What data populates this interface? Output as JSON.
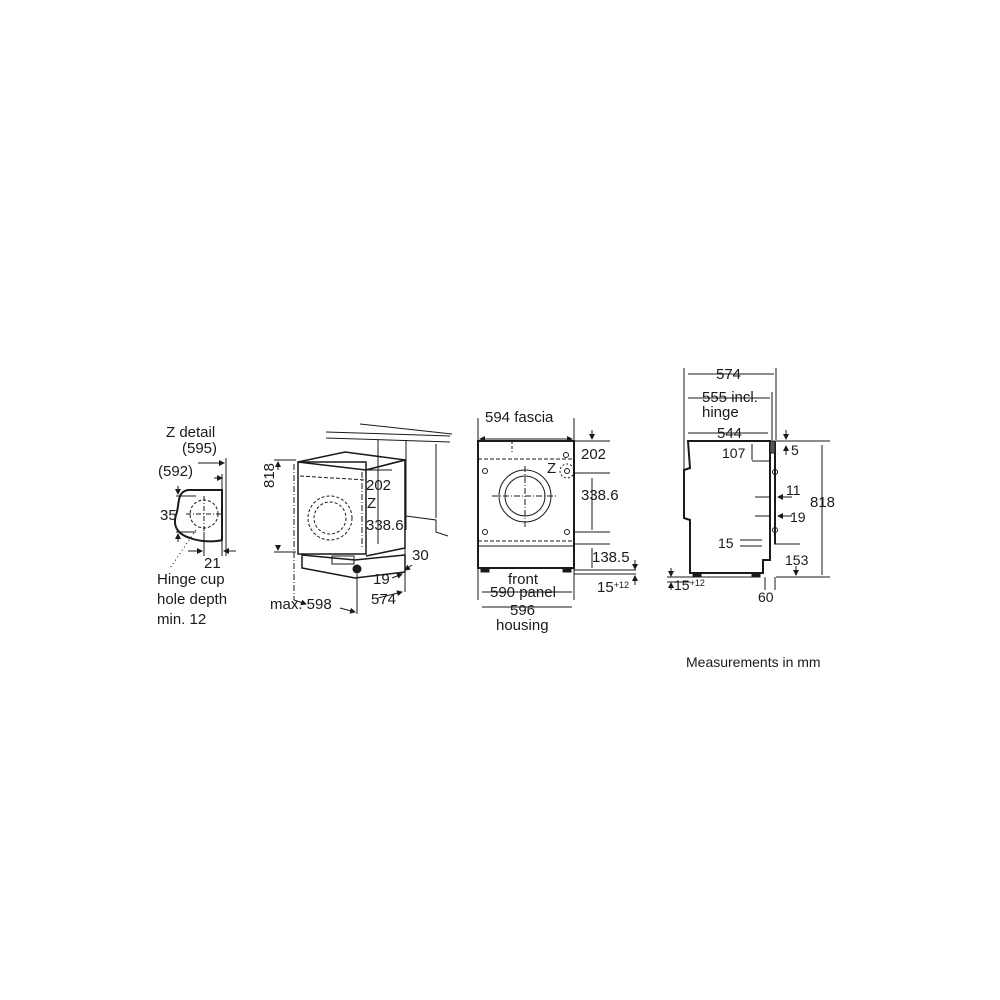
{
  "diagram": {
    "note": "Measurements in mm",
    "z_detail": {
      "title": "Z detail",
      "dim_595": "(595)",
      "dim_592": "(592)",
      "dim_35": "35",
      "dim_21": "21",
      "hinge_line1": "Hinge cup",
      "hinge_line2": "hole depth",
      "hinge_line3": "min. 12"
    },
    "perspective_view": {
      "height": "818",
      "dim_202": "202",
      "z_label": "Z",
      "dim_338": "338.6",
      "dim_30": "30",
      "dim_19": "19",
      "width_max": "max. 598",
      "depth": "574"
    },
    "front_view": {
      "fascia": "594 fascia",
      "dim_202": "202",
      "z_label": "Z",
      "dim_338": "338.6",
      "dim_138": "138.5",
      "foot": "15",
      "foot_sup": "+12",
      "front_label": "front",
      "panel": "590 panel",
      "housing_num": "596",
      "housing_label": "housing"
    },
    "side_view": {
      "depth_574": "574",
      "depth_555": "555 incl.",
      "hinge_word": "hinge",
      "depth_544": "544",
      "dim_107": "107",
      "dim_5": "5",
      "height_818": "818",
      "dim_11": "11",
      "dim_19": "19",
      "dim_15": "15",
      "dim_153": "153",
      "foot": "15",
      "foot_sup": "+12",
      "dim_60": "60"
    }
  }
}
